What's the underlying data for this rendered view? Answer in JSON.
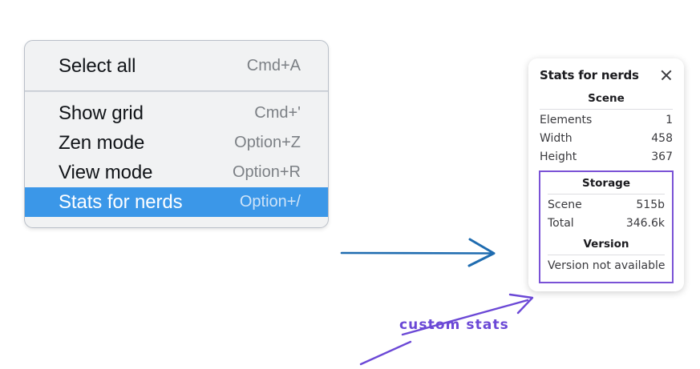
{
  "context_menu": {
    "name": "context-menu",
    "sections": [
      {
        "id": "top",
        "items": [
          {
            "label": "Select all",
            "shortcut": "Cmd+A",
            "selected": false
          }
        ]
      },
      {
        "id": "main",
        "items": [
          {
            "label": "Show grid",
            "shortcut": "Cmd+'",
            "selected": false
          },
          {
            "label": "Zen mode",
            "shortcut": "Option+Z",
            "selected": false
          },
          {
            "label": "View mode",
            "shortcut": "Option+R",
            "selected": false
          },
          {
            "label": "Stats for nerds",
            "shortcut": "Option+/",
            "selected": true
          }
        ]
      }
    ],
    "highlight_color": "#3b97e8",
    "background_color": "#f1f2f3"
  },
  "stats_panel": {
    "title": "Stats for nerds",
    "close_icon": "close-icon",
    "sections": [
      {
        "heading": "Scene",
        "rows": [
          {
            "key": "Elements",
            "value": "1"
          },
          {
            "key": "Width",
            "value": "458"
          },
          {
            "key": "Height",
            "value": "367"
          }
        ]
      },
      {
        "heading": "Storage",
        "rows": [
          {
            "key": "Scene",
            "value": "515b"
          },
          {
            "key": "Total",
            "value": "346.6k"
          }
        ]
      },
      {
        "heading": "Version",
        "rows": [
          {
            "key": "Version not available",
            "value": ""
          }
        ]
      }
    ],
    "custom_outline_color": "#7a52d6"
  },
  "annotations": {
    "arrow_color": "#1f6cb0",
    "note_text": "custom stats",
    "note_color": "#6b48d6"
  }
}
